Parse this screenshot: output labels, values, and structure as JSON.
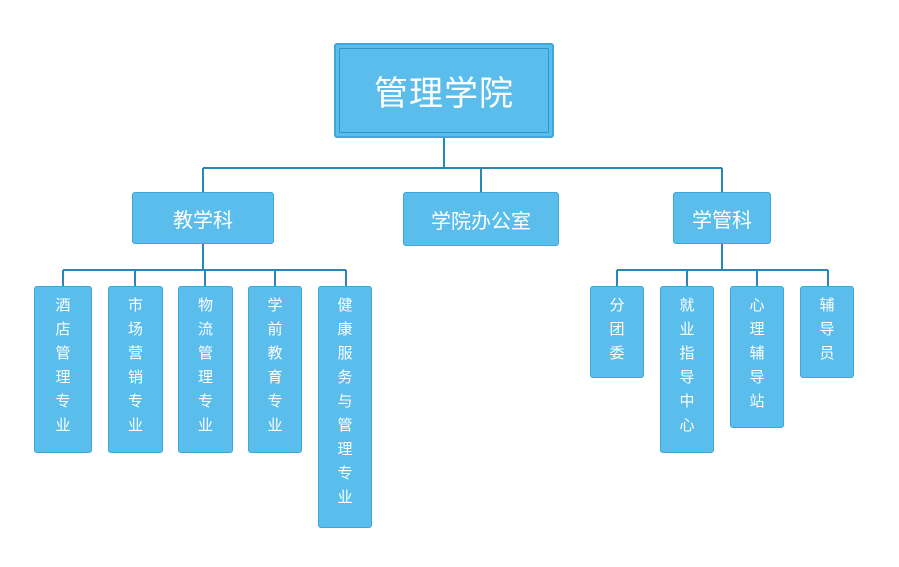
{
  "chart": {
    "root": "管理学院",
    "level1": [
      {
        "id": "teaching",
        "label": "教学科"
      },
      {
        "id": "office",
        "label": "学院办公室"
      },
      {
        "id": "student",
        "label": "学管科"
      }
    ],
    "teaching_children": [
      "酒店管理专业",
      "市场营销专业",
      "物流管理专业",
      "学前教育专业",
      "健康服务与管理专业"
    ],
    "student_children": [
      "分团委",
      "就业指导中心",
      "心理辅导站",
      "辅导员"
    ]
  },
  "colors": {
    "box_fill": "#5bbdec",
    "box_border": "#3ea6d8",
    "connector": "#2a86b4",
    "text": "#ffffff"
  }
}
